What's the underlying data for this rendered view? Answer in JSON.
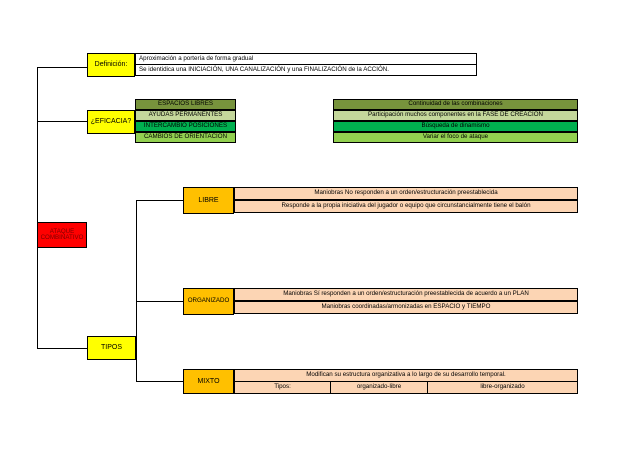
{
  "colors": {
    "root": "#ff0000",
    "root_text": "#7b0000",
    "category": "#ffff00",
    "type": "#ffc000",
    "detail_peach": "#fcd5b4",
    "green_dark": "#77933c",
    "green_light": "#92d050",
    "green_olive": "#c4d79b",
    "green_bright": "#00b050"
  },
  "root": {
    "label": "ATAQUE COMBINATIVO"
  },
  "definicion": {
    "label": "Definición:",
    "rows": [
      "Aproximación a portería de forma gradual",
      "Se identidica una INICIACIÓN, UNA CANALIZACIÓN y una FINALIZACIÓN de la ACCIÓN."
    ]
  },
  "eficacia": {
    "label": "¿EFICACIA?",
    "left_items": [
      "ESPACIOS LIBRES",
      "AYUDAS PERMANENTES",
      "INTERCAMBIO POSICIONES",
      "CAMBIOS DE ORIENTACIÓN"
    ],
    "right_items": [
      "Continuidad de las combinaciones",
      "Participación muchos componentes en la  FASE DE CREACIÓN",
      "Búsqueda de dinamismo",
      "Variar el foco de ataque"
    ]
  },
  "tipos": {
    "label": "TIPOS",
    "libre": {
      "label": "LIBRE",
      "rows": [
        "Maniobras No responden a un orden/estructuración preestablecida",
        "Responde a la propia iniciativa del jugador o equipo que circunstancialmente tiene el balón"
      ]
    },
    "organizado": {
      "label": "ORGANIZADO",
      "rows": [
        "Maniobras Sí responden a un orden/estructuración preestablecida de acuerdo a un PLAN",
        "Maniobras coordinadas/armonizadas en ESPACIO y TIEMPO"
      ]
    },
    "mixto": {
      "label": "MIXTO",
      "row": "Modifican su estructura organizativa a lo largo de su desarrollo temporal.",
      "sub": [
        "Tipos:",
        "organizado-libre",
        "libre-organizado"
      ]
    }
  }
}
